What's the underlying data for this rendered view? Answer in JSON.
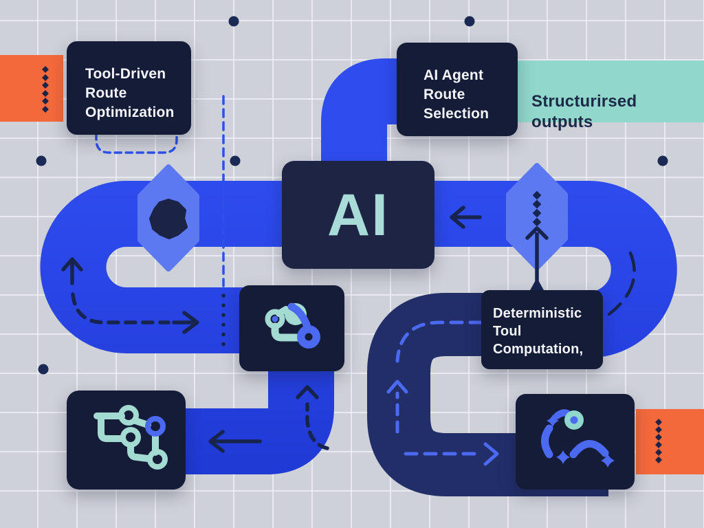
{
  "title": "AI agent route selection infographic",
  "cards": {
    "tool": {
      "label": "Tool-Driven\nRoute\nOptimization"
    },
    "agent": {
      "label": "AI Agent\nRoute\nSelection"
    },
    "ai": {
      "label": "AI"
    },
    "deterministic": {
      "label": "Deterministic\nToul\nComputation,"
    }
  },
  "banner": {
    "label": "Structurirsed\noutputs"
  },
  "icons": [
    {
      "name": "blob-icon",
      "location": "left-route-diamond"
    },
    {
      "name": "dotted-up-arrow-icon",
      "location": "right-route-diamond"
    },
    {
      "name": "molecule-graph-icon",
      "location": "middle-card"
    },
    {
      "name": "circuit-route-icon",
      "location": "bottom-left-card"
    },
    {
      "name": "sparkle-route-icon",
      "location": "bottom-right-card"
    }
  ],
  "colors": {
    "background": "#cfd1d9",
    "grid_line": "#eceef4",
    "road_blue_light": "#2f4cef",
    "road_blue_dark": "#1f39d4",
    "road_navy": "#212e68",
    "card_navy": "#151c37",
    "ai_card_navy": "#1d2444",
    "teal_banner": "#92d7cb",
    "teal_text": "#a9dcd9",
    "icon_teal": "#a3dbd3",
    "icon_blue": "#4c69f2",
    "orange_accent": "#f4693c",
    "diamond_blue": "#5d79f2",
    "arrow_navy": "#17254e",
    "dashed_blue": "#2b51e9",
    "dot_navy": "#1b2a55"
  }
}
